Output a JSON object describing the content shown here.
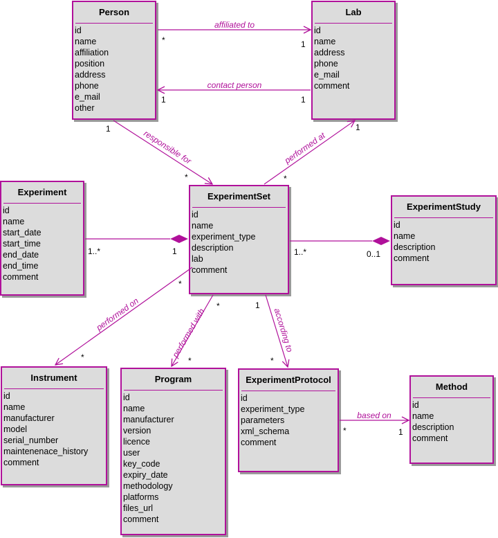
{
  "colors": {
    "line": "#b0109a",
    "box_fill": "#dcdcdc",
    "label": "#b0109a"
  },
  "classes": {
    "person": {
      "name": "Person",
      "attributes": [
        "id",
        "name",
        "affiliation",
        "position",
        "address",
        "phone",
        "e_mail",
        "other"
      ]
    },
    "lab": {
      "name": "Lab",
      "attributes": [
        "id",
        "name",
        "address",
        "phone",
        "e_mail",
        "comment"
      ]
    },
    "experiment": {
      "name": "Experiment",
      "attributes": [
        "id",
        "name",
        "start_date",
        "start_time",
        "end_date",
        "end_time",
        "comment"
      ]
    },
    "experimentset": {
      "name": "ExperimentSet",
      "attributes": [
        "id",
        "name",
        "experiment_type",
        "description",
        "lab",
        "comment"
      ]
    },
    "experimentstudy": {
      "name": "ExperimentStudy",
      "attributes": [
        "id",
        "name",
        "description",
        "comment"
      ]
    },
    "instrument": {
      "name": "Instrument",
      "attributes": [
        "id",
        "name",
        "manufacturer",
        "model",
        "serial_number",
        "maintenenace_history",
        "comment"
      ]
    },
    "program": {
      "name": "Program",
      "attributes": [
        "id",
        "name",
        "manufacturer",
        "version",
        "licence",
        "user",
        "key_code",
        "expiry_date",
        "methodology",
        "platforms",
        "files_url",
        "comment"
      ]
    },
    "experimentprotocol": {
      "name": "ExperimentProtocol",
      "attributes": [
        "id",
        "experiment_type",
        "parameters",
        "xml_schema",
        "comment"
      ]
    },
    "method": {
      "name": "Method",
      "attributes": [
        "id",
        "name",
        "description",
        "comment"
      ]
    }
  },
  "associations": [
    {
      "id": "affiliated",
      "label": "affiliated to",
      "source_mult": "*",
      "target_mult": "1"
    },
    {
      "id": "contact",
      "label": "contact person",
      "source_mult": "1",
      "target_mult": "1"
    },
    {
      "id": "responsible",
      "label": "responsible for",
      "source_mult": "1",
      "target_mult": "*"
    },
    {
      "id": "performed_at",
      "label": "performed at",
      "source_mult": "*",
      "target_mult": "1"
    },
    {
      "id": "exp_set",
      "label": "",
      "source_mult": "1..*",
      "target_mult": "1"
    },
    {
      "id": "set_study",
      "label": "",
      "source_mult": "1..*",
      "target_mult": "0..1"
    },
    {
      "id": "performed_on",
      "label": "performed on",
      "source_mult": "*",
      "target_mult": "*"
    },
    {
      "id": "performed_with",
      "label": "performed with",
      "source_mult": "*",
      "target_mult": "*"
    },
    {
      "id": "according",
      "label": "according to",
      "source_mult": "1",
      "target_mult": "*"
    },
    {
      "id": "based_on",
      "label": "based on",
      "source_mult": "*",
      "target_mult": "1"
    }
  ]
}
